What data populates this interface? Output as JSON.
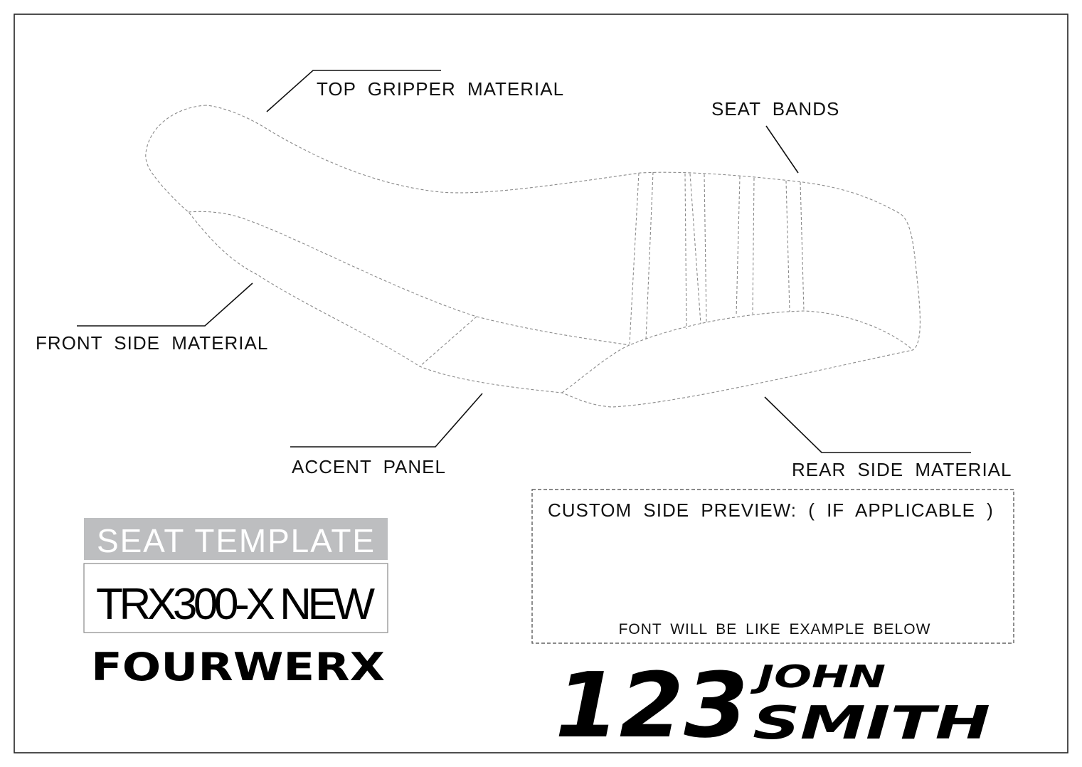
{
  "labels": {
    "top_gripper": "TOP GRIPPER MATERIAL",
    "seat_bands": "SEAT BANDS",
    "front_side": "FRONT SIDE MATERIAL",
    "accent_panel": "ACCENT PANEL",
    "rear_side": "REAR SIDE MATERIAL"
  },
  "template": {
    "title": "SEAT TEMPLATE",
    "model": "TRX300-X NEW",
    "logo": "FOURWERX"
  },
  "custom_preview": {
    "title": "CUSTOM SIDE PREVIEW: ( IF APPLICABLE )",
    "font_note": "FONT WILL BE LIKE EXAMPLE BELOW"
  },
  "example": {
    "number": "123",
    "first_name": "JOHN",
    "last_name": "SMITH"
  },
  "colors": {
    "title_bar": "#bdbec0",
    "outline": "#8a8a8a"
  }
}
